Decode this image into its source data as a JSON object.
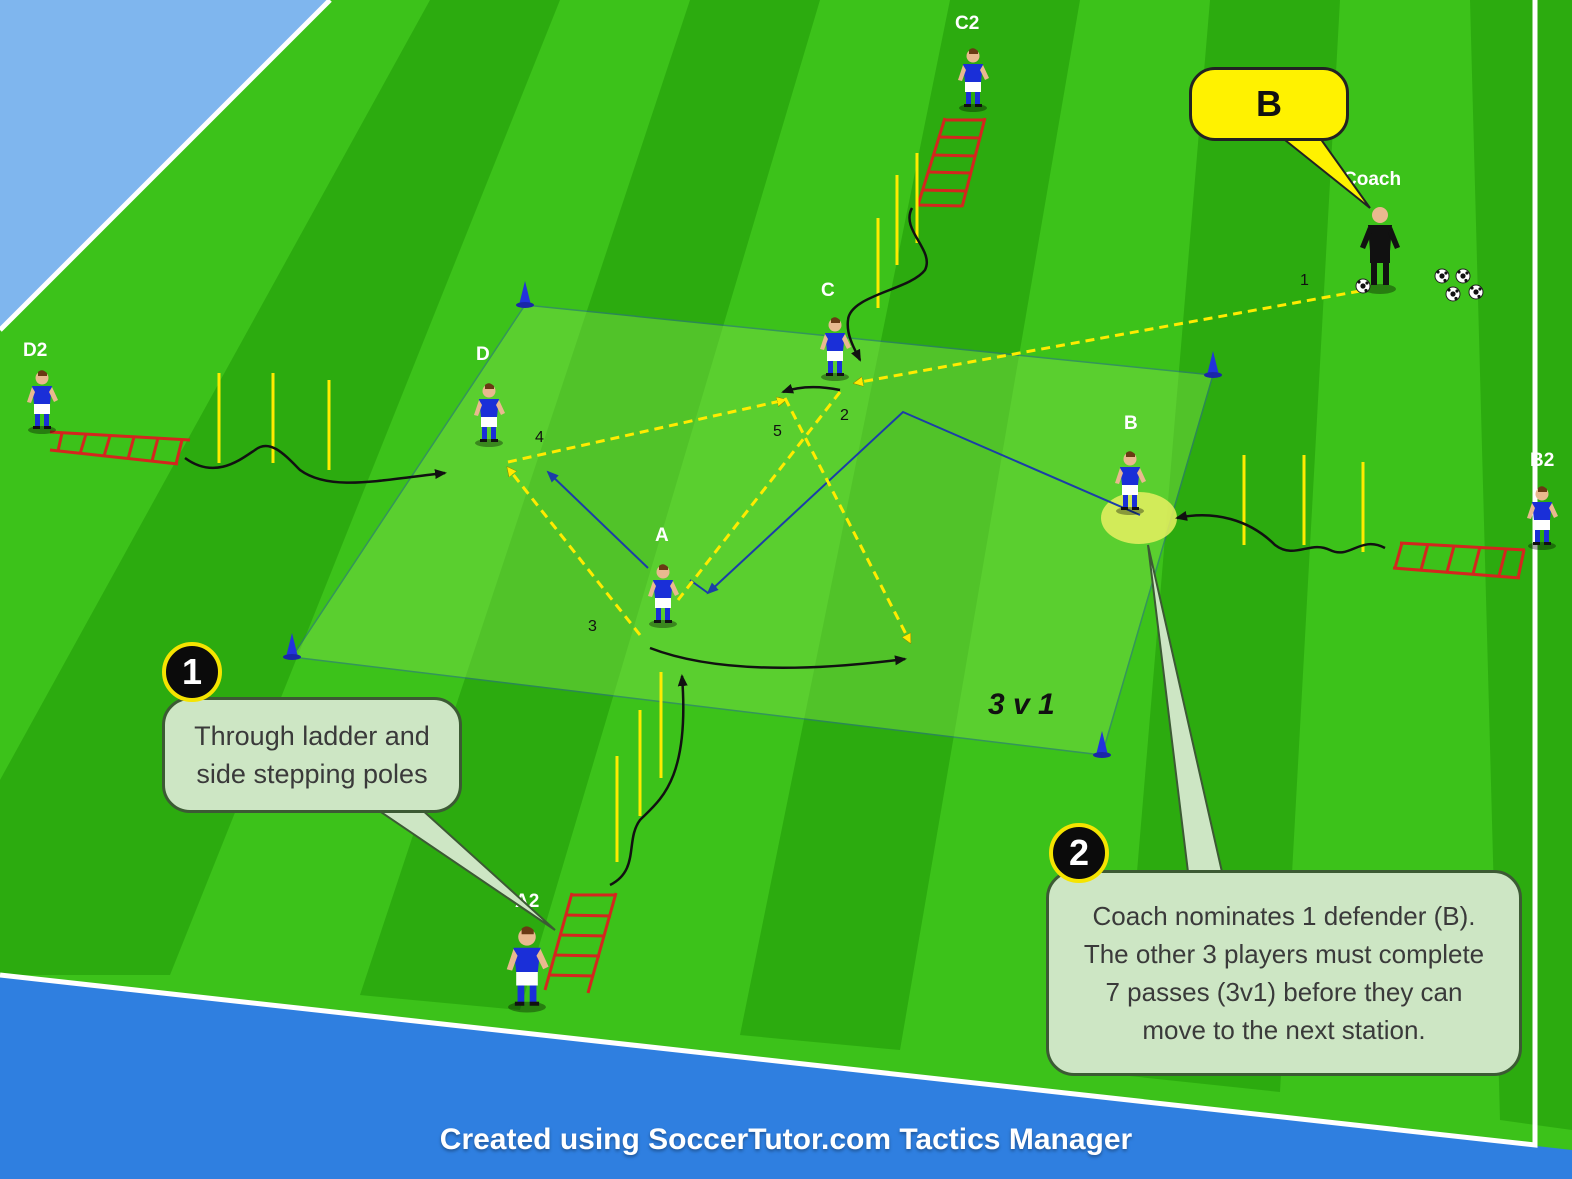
{
  "labels": {
    "player_a": "A",
    "player_b": "B",
    "player_c": "C",
    "player_d": "D",
    "player_a2": "A2",
    "player_b2": "B2",
    "player_c2": "C2",
    "player_d2": "D2",
    "coach": "Coach"
  },
  "pass_numbers": [
    "1",
    "2",
    "3",
    "4",
    "5"
  ],
  "drill_label": "3 v 1",
  "callout_1": {
    "number": "1",
    "line1": "Through ladder and",
    "line2": "side stepping poles"
  },
  "callout_2": {
    "number": "2",
    "line1": "Coach nominates 1 defender (B).",
    "line2": "The other 3 players must complete",
    "line3": "7 passes (3v1) before they can",
    "line4": "move to the next station."
  },
  "coach_bubble": "B",
  "footer": "Created using SoccerTutor.com Tactics Manager",
  "colors": {
    "grass_light": "#3cc21a",
    "grass_dark": "#2aa80e",
    "area_fill": "#5ed040",
    "player_shirt": "#1a2fd8",
    "pass_line": "#ffeb00",
    "run_line": "#1b3ea8",
    "ladder": "#d4261e",
    "pole": "#ffeb00",
    "bubble": "#fff200"
  }
}
